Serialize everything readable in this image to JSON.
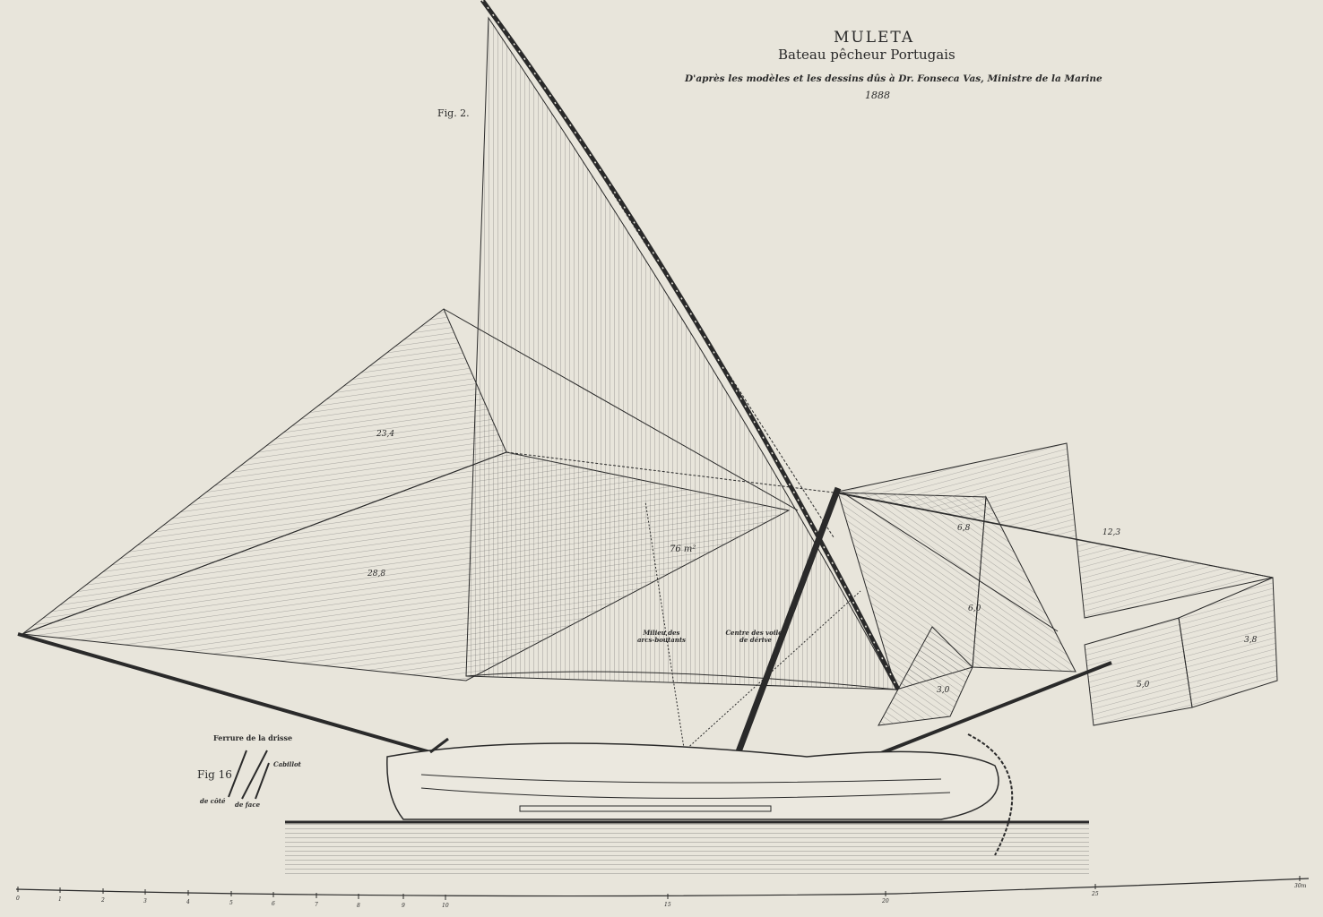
{
  "header": {
    "title": "MULETA",
    "subtitle": "Bateau pêcheur Portugais",
    "credit": "D'après les modèles et les dessins dûs à Dr. Fonseca Vas, Ministre de la Marine",
    "year": "1888"
  },
  "figures": {
    "fig2": "Fig. 2.",
    "fig16": "Fig 16",
    "ferrure": "Ferrure de la drisse",
    "cabillot": "Cabillot",
    "de_cote": "de côté",
    "de_face": "de face"
  },
  "sail_areas": {
    "jib_upper": "23,4",
    "jib_lower": "28,8",
    "main": "76 m²",
    "mizzen_a": "6,8",
    "mizzen_b": "6,0",
    "mizzen_c": "12,3",
    "mizzen_d": "3,8",
    "mizzen_e": "5,0",
    "mizzen_f": "3,0"
  },
  "annotations": {
    "milieu": "Milieu des arcs-boutants",
    "centre": "Centre des voiles de dérive"
  },
  "scale": {
    "labels": [
      "0",
      "1",
      "2",
      "3",
      "4",
      "5",
      "6",
      "7",
      "8",
      "9",
      "10",
      "15",
      "20",
      "25",
      "30m"
    ]
  },
  "colors": {
    "paper": "#e8e5db",
    "ink": "#2a2a2a"
  }
}
